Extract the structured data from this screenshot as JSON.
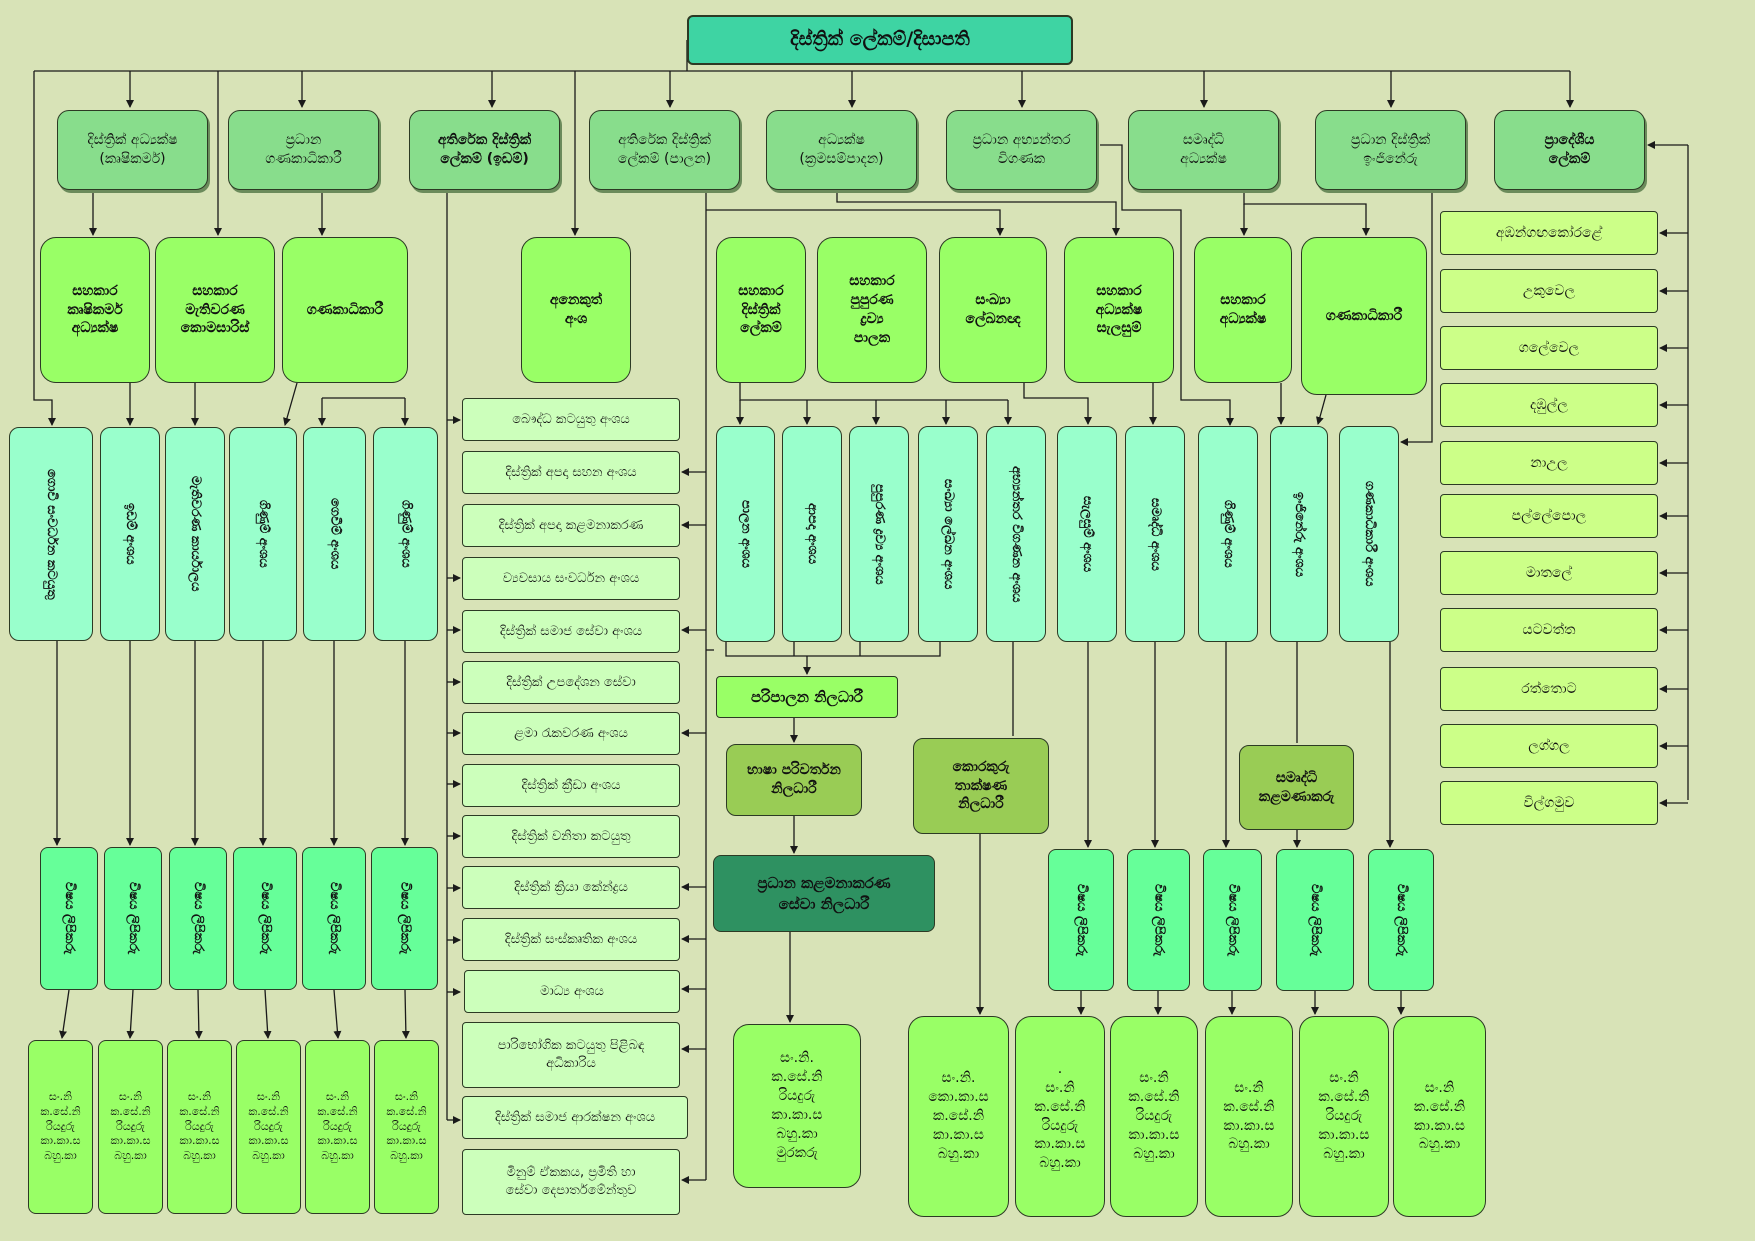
{
  "chart_title": "දිස්ත්‍රික් ලේකම්/දිසාපති",
  "level2": [
    "දිස්ත්‍රික් අධ්‍යක්ෂ\n(කෘෂිකර්ම)",
    "ප්‍රධාන\nගණකාධිකාරී",
    "අතිරේක දිස්ත්‍රික්\nලේකම් (ඉඩම්)",
    "අතිරේක දිස්ත්‍රික්\nලේකම් (පාලන)",
    "අධ්‍යක්ෂ\n(ක්‍රමසම්පාදන)",
    "ප්‍රධාන අභ්‍යන්තර\nවිගණක",
    "සමෘද්ධි\nඅධ්‍යක්ෂ",
    "ප්‍රධාන දිස්ත්‍රික්\nඉංජිනේරු",
    "ප්‍රාදේශීය\nලේකම්"
  ],
  "level3_left": [
    "සහකාර\nකෘෂිකර්ම\nඅධ්‍යක්ෂ",
    "සහකාර\nමැතිවරණ\nකොමසාරිස්",
    "ගණකාධිකාරී",
    "අනෙකුත්\nඅංශ"
  ],
  "level3_right": [
    "සහකාර\nදිස්ත්‍රික්\nලේකම්",
    "සහකාර\nපුපුරණ\nද්‍රව්‍ය\nපාලක",
    "සංඛ්‍යා\nලේඛනඥ",
    "සහකාර\nඅධ්‍යක්ෂ\nසැලසුම්",
    "සහකාර\nඅධ්‍යක්ෂ",
    "ගණකාධිකාරී"
  ],
  "columns_left": [
    "ගොවි සංවර්ධන කටයුතු",
    "ඉඩම් අංශය",
    "මැතිවරණ කාර්යාලය",
    "ගිණුම් අංශය",
    "ගෙවීම් අංශය",
    "ගිණුම් අංශය"
  ],
  "columns_right": [
    "පාලන අංශය",
    "ආපදා අංශය",
    "පුපුරණ ද්‍රව්‍ය අංශය",
    "සංඛ්‍යා ලේඛන අංශය",
    "අභ්‍යන්තර විගණන අංශය",
    "සැලසුම් අංශය",
    "සමෘද්ධි අංශය",
    "ගිණුම් අංශය",
    "ඉංජිනේරු අංශය",
    "ගණකාධිකාරී අංශය"
  ],
  "middle_units": [
    "බෞද්ධ කටයුතු අංශය",
    "දිස්ත්‍රික් අපදා සහන අංශය",
    "දිස්ත්‍රික් අපදා කළමනාකරණ",
    "ව්‍යවසාය සංවර්ධන අංශය",
    "දිස්ත්‍රික් සමාජ සේවා අංශය",
    "දිස්ත්‍රික් උපදේශන සේවා",
    "ළමා රැකවරණ අංශය",
    "දිස්ත්‍රික් ක්‍රීඩා අංශය",
    "දිස්ත්‍රික්  වනිතා කටයුතු",
    "දිස්ත්‍රික් ක්‍රියා කේන්ද්‍රය",
    "දිස්ත්‍රික් සංස්කෘතික අංශය",
    "මාධ්‍ය අංශය",
    "පාරිභෝගික කටයුතු පිළිබඳ\nඅධිකාරිය",
    "දිස්ත්‍රික් සමාජ ආරක්ෂන අංශය",
    "මිනුම් ඒකකය, ප්‍රමිති හා\nසේවා දෙපාර්තමේන්තුව"
  ],
  "divisions": [
    "අඹන්ගඟකෝරළේ",
    "උකුවෙල",
    "ගලේවෙල",
    "දඹුල්ල",
    "නාඋල",
    "පල්ලේපොල",
    "මාතලේ",
    "යටවත්ත",
    "රත්තොට",
    "ලග්ගල",
    "විල්ගමුව"
  ],
  "tall_label": "විෂය ලිපිකරු",
  "leaf_left_text": "සං.නි\nක.සේ.නි\nරියදුරු\nකා.කා.ස\nබහු.කා",
  "admin_officer": "පරිපාලන නිලධාරී",
  "translator": "භාෂා පරිවර්තන\nනිලධාරී",
  "chief_mgmt": "ප්‍රධාන කළමනාකරණ\nසේවා නිලධාරී",
  "chief_mgmt_staff": "සං.නි.\nක.සේ.නි\nරියදුරු\nකා.කා.ස\nබහු.කා\nමුරකරු",
  "coordinator": "කොරකුරු\nතාක්ෂණ\nනිලධාරී",
  "coordinator_staff": "සං.නි.\nකො.කා.ස\nක.සේ.නි\nකා.කා.ස\nබහු.කා",
  "samurdhi_manager": "සමෘද්ධි\nකළමණාකරු",
  "leaf_right": [
    ".\nසං.නි\nක.සේ.නි\nරියදුරු\nකා.කා.ස\nබහු.කා",
    "සං.නි\nක.සේ.නි\nරියදුරු\nකා.කා.ස\nබහු.කා",
    "සං.නි\nක.සේ.නි\nකා.කා.ස\nබහු.කා",
    "සං.නි\nක.සේ.නි\nරියදුරු\nකා.කා.ස\nබහු.කා",
    "සං.නි\nක.සේ.නි\nකා.කා.ස\nබහු.කා"
  ],
  "colors": {
    "background": "#d8e3b7",
    "top": "#3ed4a3",
    "level2": "#88dd8c",
    "level3": "#99ff66",
    "column": "#99ffcc",
    "tall": "#66ff99",
    "unit": "#ccffbb",
    "division": "#ccff88",
    "dark": "#2e9161",
    "line": "#1a1a1a"
  }
}
